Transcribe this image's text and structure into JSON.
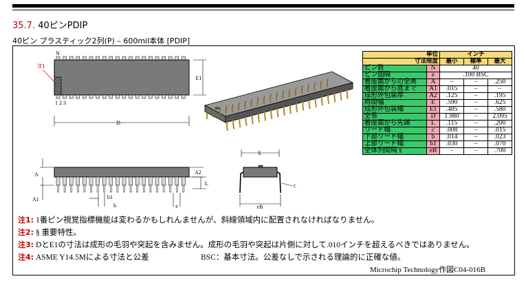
{
  "section": {
    "number": "35.7.",
    "title": "40ピンPDIP"
  },
  "subtitle": "40ピン プラスティック2列(P) – 600mil本体 [PDIP]",
  "drawing_labels": {
    "n": "N",
    "note1": "注1",
    "e1": "E1",
    "pins": "1 2 3",
    "d": "D",
    "a": "A",
    "a1": "A1",
    "a2": "A2",
    "l": "L",
    "b1": "b1",
    "b": "b",
    "e": "e",
    "e_top": "E",
    "c": "c",
    "eb": "eB"
  },
  "table": {
    "header1": {
      "unit": "単位",
      "inch": "インチ"
    },
    "header2": {
      "limit": "寸法限度",
      "min": "最小",
      "nom": "標準",
      "max": "最大"
    },
    "rows": [
      {
        "name": "ピン数",
        "sym": "N",
        "min": "",
        "nom": "40",
        "max": "",
        "span": true
      },
      {
        "name": "ピン間隔",
        "sym": "e",
        "min": "",
        "nom": ".100 BSC",
        "max": "",
        "span": true
      },
      {
        "name": "着座面からの全高",
        "sym": "A",
        "min": "–",
        "nom": "–",
        "max": ".250"
      },
      {
        "name": "着座面から底まで",
        "sym": "A1",
        "min": ".015",
        "nom": "–",
        "max": "–"
      },
      {
        "name": "成形外包装厚",
        "sym": "A2",
        "min": ".125",
        "nom": "–",
        "max": ".195"
      },
      {
        "name": "肩間幅",
        "sym": "E",
        "min": ".590",
        "nom": "–",
        "max": ".625"
      },
      {
        "name": "成形外包装幅",
        "sym": "E1",
        "min": ".485",
        "nom": "–",
        "max": ".580"
      },
      {
        "name": "全長",
        "sym": "D",
        "min": "1.980",
        "nom": "–",
        "max": "2.095"
      },
      {
        "name": "着座面から先端",
        "sym": "L",
        "min": ".115",
        "nom": "–",
        "max": ".200"
      },
      {
        "name": "リード幅",
        "sym": "c",
        "min": ".008",
        "nom": "–",
        "max": ".015"
      },
      {
        "name": "下部リード幅",
        "sym": "b",
        "min": ".014",
        "nom": "–",
        "max": ".023"
      },
      {
        "name": "上部リード幅",
        "sym": "b1",
        "min": ".030",
        "nom": "–",
        "max": ".070"
      },
      {
        "name": "全体列間隔 §",
        "sym": "eB",
        "min": "–",
        "nom": "–",
        "max": ".700"
      }
    ]
  },
  "notes": [
    {
      "label": "注1:",
      "text": " 1番ピン視覚指標機能は変わるかもしれんませんが、斜線領域内に配置されなければなりません。"
    },
    {
      "label": "注2:",
      "text": " § 重要特性。"
    },
    {
      "label": "注3:",
      "text": " DとE1の寸法は成形の毛羽や突起を含みません。成形の毛羽や突起は片側に対して.010インチを超えるべきではありません。"
    },
    {
      "label": "注4:",
      "text": " ASME Y14.5Mによる寸法と公差"
    }
  ],
  "bsc_note": "BSC：基本寸法。公差なしで示される理論的に正確な値。",
  "credit": "Microchip Technology作図C04-016B",
  "colors": {
    "accent_red": "#c00000",
    "name_green": "#39c96b",
    "sym_pink": "#f2a9b5",
    "header_yellow": "#f5d97a",
    "chip_body": "#7a7a7a"
  }
}
